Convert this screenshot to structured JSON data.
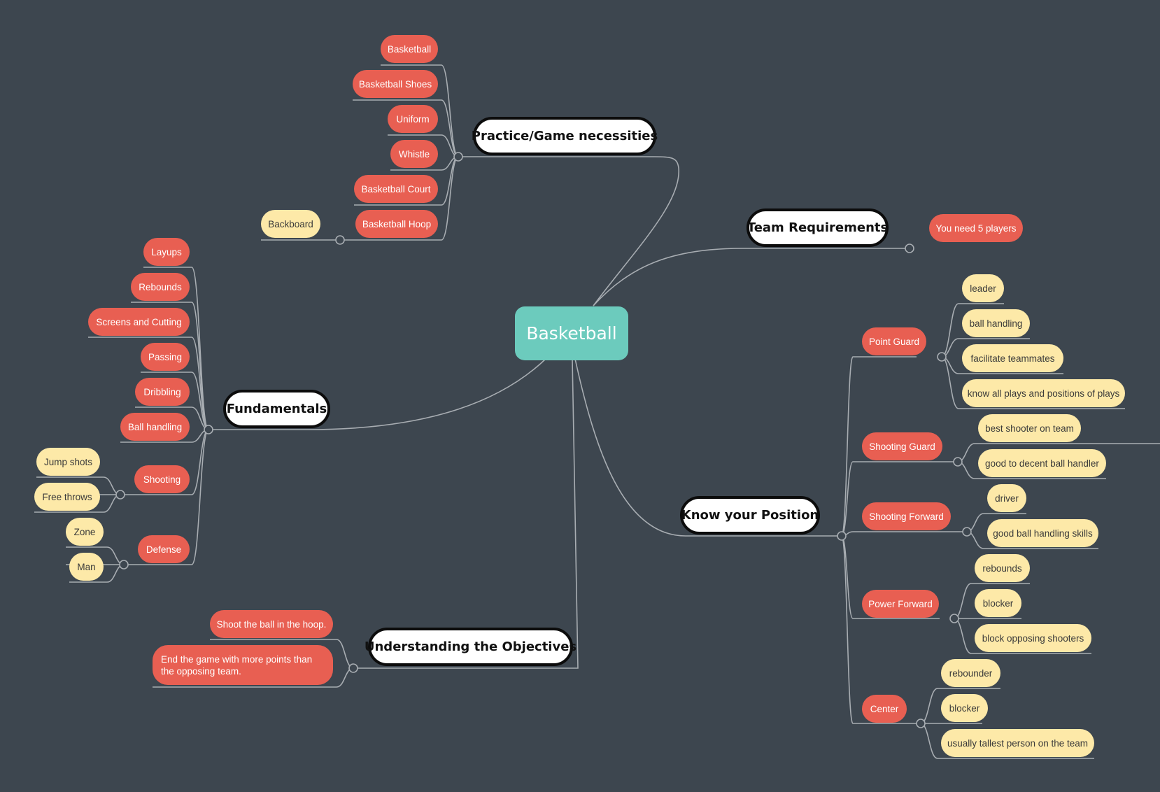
{
  "central": "Basketball",
  "branches": {
    "practice": {
      "label": "Practice/Game necessities",
      "items": [
        "Basketball",
        "Basketball Shoes",
        "Uniform",
        "Whistle",
        "Basketball Court",
        "Basketball Hoop"
      ],
      "hoop_sub": [
        "Backboard"
      ]
    },
    "team": {
      "label": "Team Requirements",
      "items": [
        "You need 5 players"
      ]
    },
    "fundamentals": {
      "label": "Fundamentals",
      "items": [
        "Layups",
        "Rebounds",
        "Screens and Cutting",
        "Passing",
        "Dribbling",
        "Ball handling",
        "Shooting",
        "Defense"
      ],
      "shooting_sub": [
        "Jump shots",
        "Free throws"
      ],
      "defense_sub": [
        "Zone",
        "Man"
      ]
    },
    "position": {
      "label": "Know your Position",
      "groups": [
        {
          "name": "Point Guard",
          "traits": [
            "leader",
            "ball handling",
            "facilitate teammates",
            "know all plays and positions of plays"
          ]
        },
        {
          "name": "Shooting Guard",
          "traits": [
            "best shooter on team",
            "good to decent ball handler"
          ]
        },
        {
          "name": "Shooting Forward",
          "traits": [
            "driver",
            "good ball handling skills"
          ]
        },
        {
          "name": "Power Forward",
          "traits": [
            "rebounds",
            "blocker",
            "block opposing shooters"
          ]
        },
        {
          "name": "Center",
          "traits": [
            "rebounder",
            "blocker",
            "usually tallest person on the team"
          ]
        }
      ]
    },
    "objectives": {
      "label": "Understanding the Objectives",
      "items": [
        "Shoot the ball in the hoop.",
        "End the game with more points than the opposing team."
      ]
    }
  },
  "colors": {
    "background": "#3d464f",
    "central": "#6ccbbd",
    "topic": "#e85f52",
    "subtopic": "#fde9a8",
    "connector": "#a8adb2"
  }
}
